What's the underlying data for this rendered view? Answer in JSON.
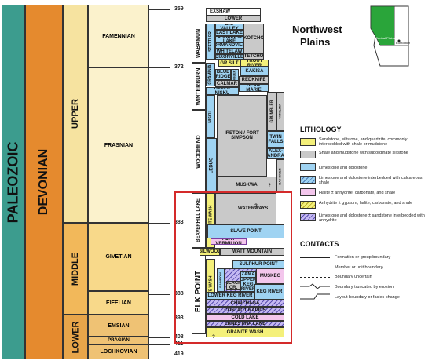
{
  "eras": {
    "paleozoic": "PALEOZOIC",
    "devonian": "DEVONIAN"
  },
  "epochs": {
    "upper": "UPPER",
    "middle": "MIDDLE",
    "lower": "LOWER"
  },
  "stages": {
    "famennian": "FAMENNIAN",
    "frasnian": "FRASNIAN",
    "givetian": "GIVETIAN",
    "eifelian": "EIFELIAN",
    "emsian": "EMSIAN",
    "pragian": "PRAGIAN",
    "lochkovian": "LOCHKOVIAN"
  },
  "ages": [
    "359",
    "372",
    "383",
    "388",
    "393",
    "408",
    "411",
    "419"
  ],
  "groups": {
    "wabamun": "WABAMUN",
    "winterburn": "WINTERBURN",
    "woodbend": "WOODBEND",
    "beaverhill_lake": "BEAVERHILL LAKE",
    "elk_point": "ELK POINT",
    "granite_wash_1": "GRANITE WASH",
    "granite_wash_2": "GRANITE WASH",
    "grumbler": "GRUMBLER",
    "leduc": "LEDUC",
    "nisku": "NISKU",
    "graminia": "GRAMINIA",
    "stettler": "STETTLER",
    "tathlina": "TATHLINA",
    "hay_river": "HAY RIVER",
    "grumbler_small": "GRUMBLER"
  },
  "formations": {
    "exshaw": "EXSHAW",
    "lower": "LOWER",
    "big_valley": "BIG VALLEY",
    "last_lake": "LAST LAKE",
    "cardinal_lake": "CARDINAL LAKE",
    "normandville": "NORMANDVILLE",
    "whitelaw": "WHITELAW",
    "dixonville": "DIXONVILLE",
    "kotcho": "KOTCHO",
    "tetcho": "TETCHO",
    "gr_silt": "GR SILT",
    "trout_river": "TROUT RIVER",
    "kakisa": "KAKISA",
    "blue_ridge": "BLUE RIDGE",
    "calmar": "CALMAR",
    "redknife": "REDKNIFE",
    "upper_nisku": "UPPER NISKU",
    "jean_marie": "JEAN MARIE",
    "ireton": "IRETON / FORT SIMPSON",
    "twin_falls": "TWIN FALLS",
    "alexandra": "ALEX-ANDRA",
    "muskwa": "MUSKWA",
    "waterways": "WATERWAYS",
    "slave_point": "SLAVE POINT",
    "fort_vermilion": "FORT VERMILION",
    "gilwood": "GILWOOD",
    "watt_mountain": "WATT MOUNTAIN",
    "sulphur_point": "SULPHUR POINT",
    "zama": "ZAMA",
    "black_creek": "BLACK CR.",
    "upper_keg_river": "UPPER KEG RIVER",
    "muskeg": "MUSKEG",
    "lower_keg_river": "LOWER KEG RIVER",
    "keg_river": "KEG RIVER",
    "chinchaga": "CHINCHAGA",
    "contact_rapids": "CONTACT RAPIDS",
    "cold_lake": "COLD LAKE",
    "ernestina_lake": "ERNESTINA LAKE",
    "granite_wash": "GRANITE WASH",
    "q1": "?",
    "q2": "?",
    "q3": "?"
  },
  "map": {
    "title_line1": "Northwest",
    "title_line2": "Plains",
    "label_plains": "Central Plains",
    "label_edmonton": "Edmonton"
  },
  "legend": {
    "title": "LITHOLOGY",
    "items": [
      {
        "text": "Sandstone, siltstone, and quartzite, commonly interbedded with shale or mudstone",
        "color": "#f4f07a"
      },
      {
        "text": "Shale and mudstone with subordinate siltstone",
        "color": "#c9c9c9"
      },
      {
        "text": "Limestone and dolostone",
        "color": "#9fd3f2"
      },
      {
        "text": "Limestone and dolostone interbedded with calcareous shale",
        "color": "hatch-blue"
      },
      {
        "text": "Halite ± anhydrite, carbonate, and shale",
        "color": "#f3c6ec"
      },
      {
        "text": "Anhydrite ± gypsum, halite, carbonate, and shale",
        "color": "hatch-yellow"
      },
      {
        "text": "Limestone and dolostone ± sandstone interbedded with anhydrite",
        "color": "hatch-purple"
      }
    ]
  },
  "contacts": {
    "title": "CONTACTS",
    "items": [
      "Formation or group boundary",
      "Member or unit boundary",
      "Boundary uncertain",
      "Boundary truncated by erosion",
      "Layout boundary or facies change"
    ]
  }
}
